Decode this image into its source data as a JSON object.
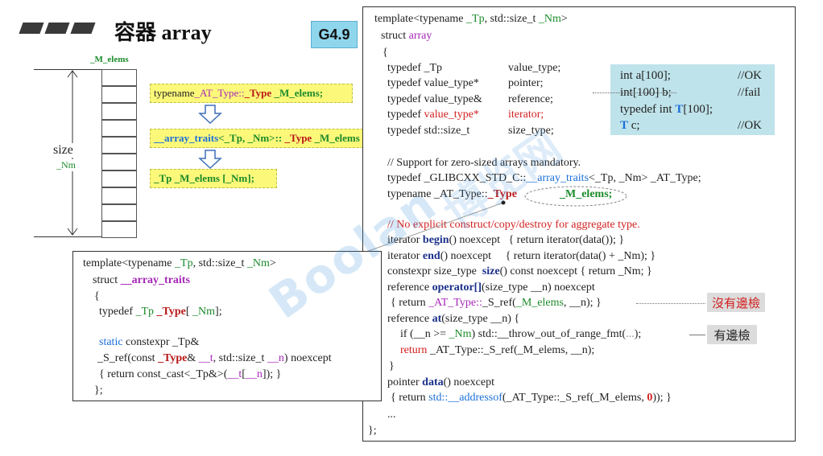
{
  "header": {
    "title": "容器 array",
    "badge": "G4.9"
  },
  "diagram": {
    "m_elems_label": "_M_elems",
    "size_label": "size",
    "nm_label": "_Nm",
    "box1": [
      "typename ",
      "_AT_Type::",
      "_Type",
      " _M_elems;"
    ],
    "box2": [
      "__array_traits",
      "<_Tp, _Nm>:: ",
      "_Type",
      " _M_elems"
    ],
    "box3": "_Tp _M_elems [_Nm];"
  },
  "main_code": {
    "l1": [
      "template<typename ",
      "_Tp",
      ", std::size_t ",
      "_Nm",
      ">"
    ],
    "l2": [
      "struct ",
      "array"
    ],
    "l3": "{",
    "l4": [
      "typedef _Tp",
      "value_type;"
    ],
    "l5": [
      "typedef value_type*",
      "pointer;"
    ],
    "l6": [
      "typedef value_type&",
      "reference;"
    ],
    "l7": [
      "typedef ",
      "value_type*",
      "iterator;"
    ],
    "l8": [
      "typedef std::size_t",
      "size_type;"
    ],
    "l9": "// Support for zero-sized arrays mandatory.",
    "l10": [
      "typedef _GLIBCXX_STD_C::",
      "__array_traits",
      "<_Tp, _Nm> _AT_Type;"
    ],
    "l11": [
      "typename _AT_Type::",
      "_Type",
      "_M_elems;"
    ],
    "l12": "// No explicit construct/copy/destroy for aggregate type.",
    "l13": [
      "iterator ",
      "begin",
      "() noexcept   { return iterator(data()); }"
    ],
    "l14": [
      "iterator ",
      "end",
      "() noexcept     { return iterator(data() + _Nm); }"
    ],
    "l15": [
      "constexpr size_type  ",
      "size",
      "() const noexcept { return _Nm; }"
    ],
    "l16": [
      "reference ",
      "operator[]",
      "(size_type __n) noexcept"
    ],
    "l17": [
      "{ return ",
      "_AT_Type::",
      "_S_ref(",
      "_M_elems",
      ", __n); }"
    ],
    "l18": [
      "reference ",
      "at",
      "(size_type __n) {"
    ],
    "l19": [
      "if (__n >= ",
      "_Nm",
      ") std::__throw_out_of_range_fmt(",
      "...",
      ");"
    ],
    "l20": [
      "return ",
      "_AT_Type::_S_ref(_M_elems, __n);"
    ],
    "l21": "}",
    "l22": [
      "pointer ",
      "data",
      "() noexcept"
    ],
    "l23": [
      "{ return ",
      "std::__addressof",
      "(_AT_Type::_S_ref(_M_elems, ",
      "0",
      ")); }"
    ],
    "l24": "...",
    "l25": "};"
  },
  "note": {
    "r1": [
      "int a[100];",
      "//OK"
    ],
    "r2": [
      "int[100] b;",
      "//fail"
    ],
    "r3": [
      "typedef int ",
      "T",
      "[100];"
    ],
    "r4": [
      "T",
      " c;",
      "//OK"
    ]
  },
  "tags": {
    "no_check": "沒有邊檢",
    "has_check": "有邊檢"
  },
  "traits_code": {
    "l1": [
      "template<typename ",
      "_Tp",
      ", std::size_t ",
      "_Nm",
      ">"
    ],
    "l2": [
      "struct ",
      "__array_traits"
    ],
    "l3": "{",
    "l4": [
      "typedef ",
      "_Tp",
      " ",
      "_Type",
      "[ ",
      "_Nm",
      "];"
    ],
    "l5": [
      "static ",
      "constexpr _Tp&"
    ],
    "l6": [
      "_S_ref(const ",
      "_Type",
      "& ",
      "__t",
      ", std::size_t ",
      "__n",
      ") noexcept"
    ],
    "l7": [
      "{ return const_cast<_Tp&>(",
      "__t",
      "[",
      "__n",
      "]); }"
    ],
    "l8": "};"
  },
  "watermark": {
    "main": "Boolan",
    "alt": "博览网"
  }
}
